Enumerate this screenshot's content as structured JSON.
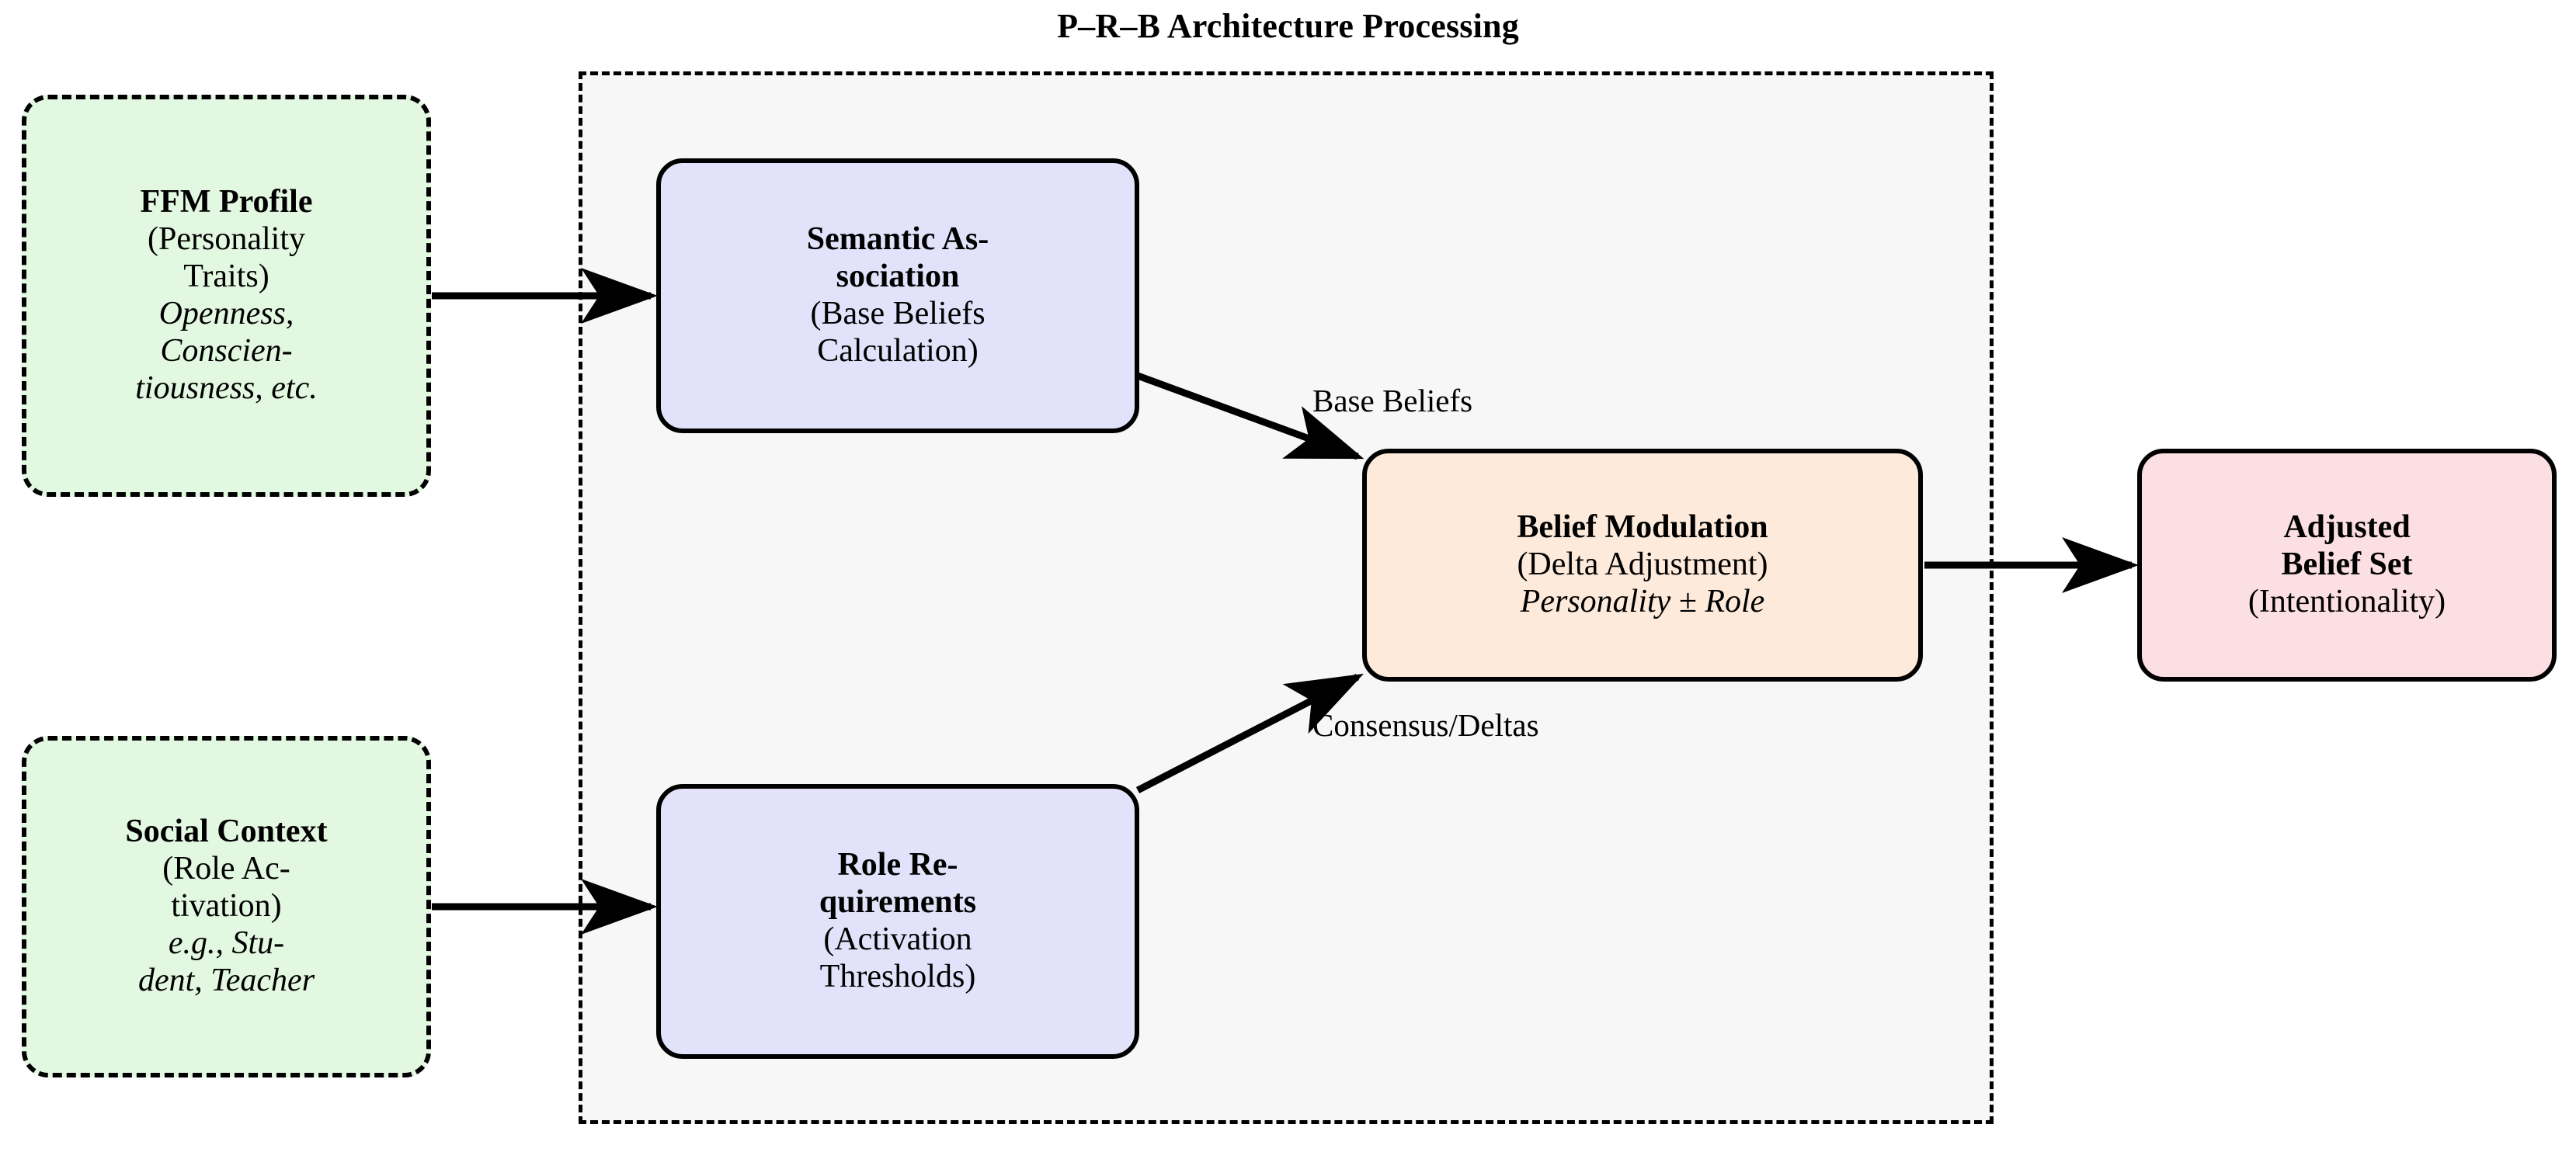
{
  "title": "P–R–B Architecture Processing",
  "container": {
    "name": "processing-container",
    "style": "dashed",
    "fill": "#f7f7f7"
  },
  "colors": {
    "input_fill": "#e3f8e1",
    "process_fill": "#e2e2fb",
    "modulation_fill": "#fdeada",
    "output_fill": "#fcdfe2",
    "stroke": "#000000",
    "canvas": "#ffffff"
  },
  "nodes": {
    "ffm_profile": {
      "line1": "FFM Profile",
      "line2": "(Personality",
      "line3": "Traits)",
      "line4": "Openness,",
      "line5": "Conscien-",
      "line6": "tiousness, etc."
    },
    "social_context": {
      "line1": "Social Context",
      "line2": "(Role Ac-",
      "line3": "tivation)",
      "line4": "e.g., Stu-",
      "line5": "dent, Teacher"
    },
    "semantic_association": {
      "line1": "Semantic As-",
      "line2": "sociation",
      "line3": "(Base Beliefs",
      "line4": "Calculation)"
    },
    "role_requirements": {
      "line1": "Role Re-",
      "line2": "quirements",
      "line3": "(Activation",
      "line4": "Thresholds)"
    },
    "belief_modulation": {
      "line1": "Belief Modulation",
      "line2": "(Delta Adjustment)",
      "line3": "Personality ± Role"
    },
    "adjusted_belief_set": {
      "line1": "Adjusted",
      "line2": "Belief Set",
      "line3": "(Intentionality)"
    }
  },
  "edges": {
    "ffm_to_semantic": {
      "label": ""
    },
    "social_to_role": {
      "label": ""
    },
    "semantic_to_modulation": {
      "label": "Base Beliefs"
    },
    "role_to_modulation": {
      "label": "Consensus/Deltas"
    },
    "modulation_to_output": {
      "label": ""
    }
  }
}
